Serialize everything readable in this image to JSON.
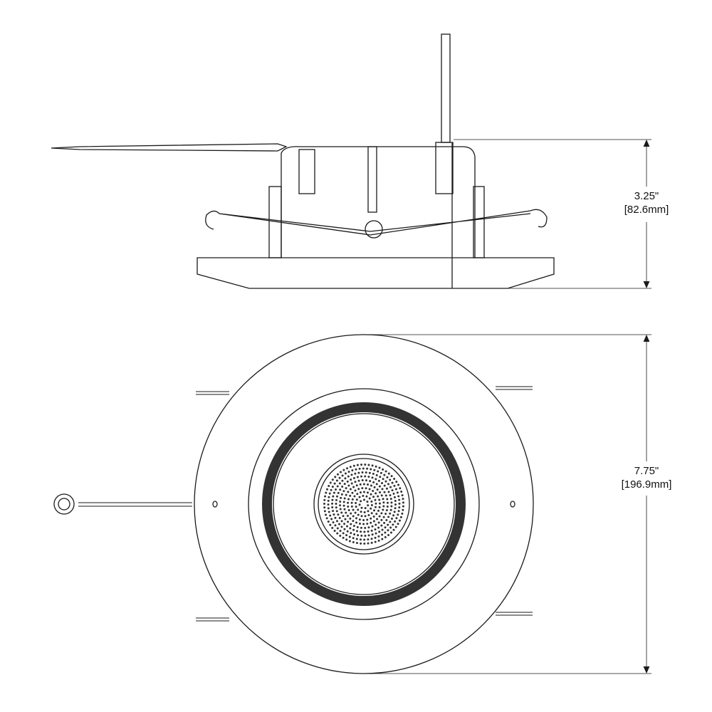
{
  "side_view": {
    "height_in": "3.25\"",
    "height_mm": "[82.6mm]"
  },
  "top_view": {
    "diameter_in": "7.75\"",
    "diameter_mm": "[196.9mm]"
  },
  "colors": {
    "line": "#1a1a1a",
    "background": "#ffffff"
  }
}
